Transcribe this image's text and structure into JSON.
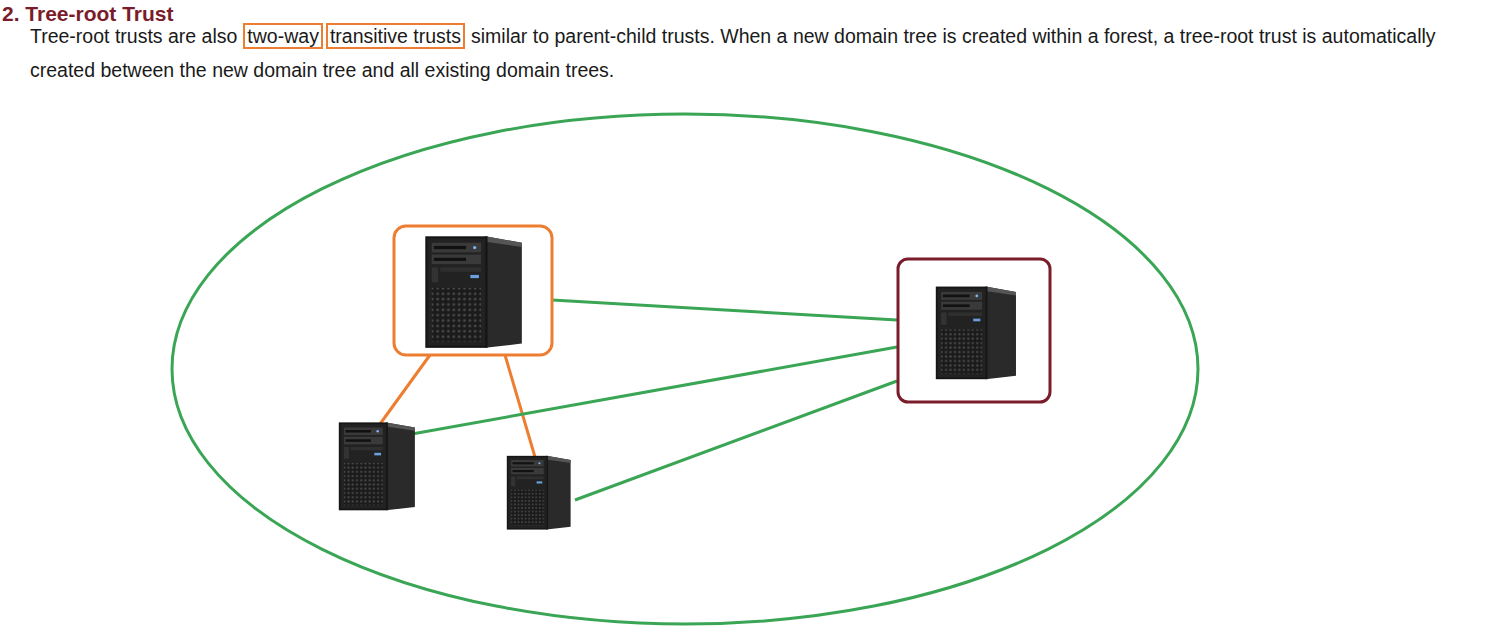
{
  "diagram": {
    "title": "2. Tree-root Trust",
    "labels": [
      "Tree-root trusts are also",
      "two-way",
      "transitive trusts",
      "similar to parent-child trusts. When a new domain tree is created within a forest, a tree-root trust is automatically created between the new domain tree and all existing domain trees."
    ]
  }
}
